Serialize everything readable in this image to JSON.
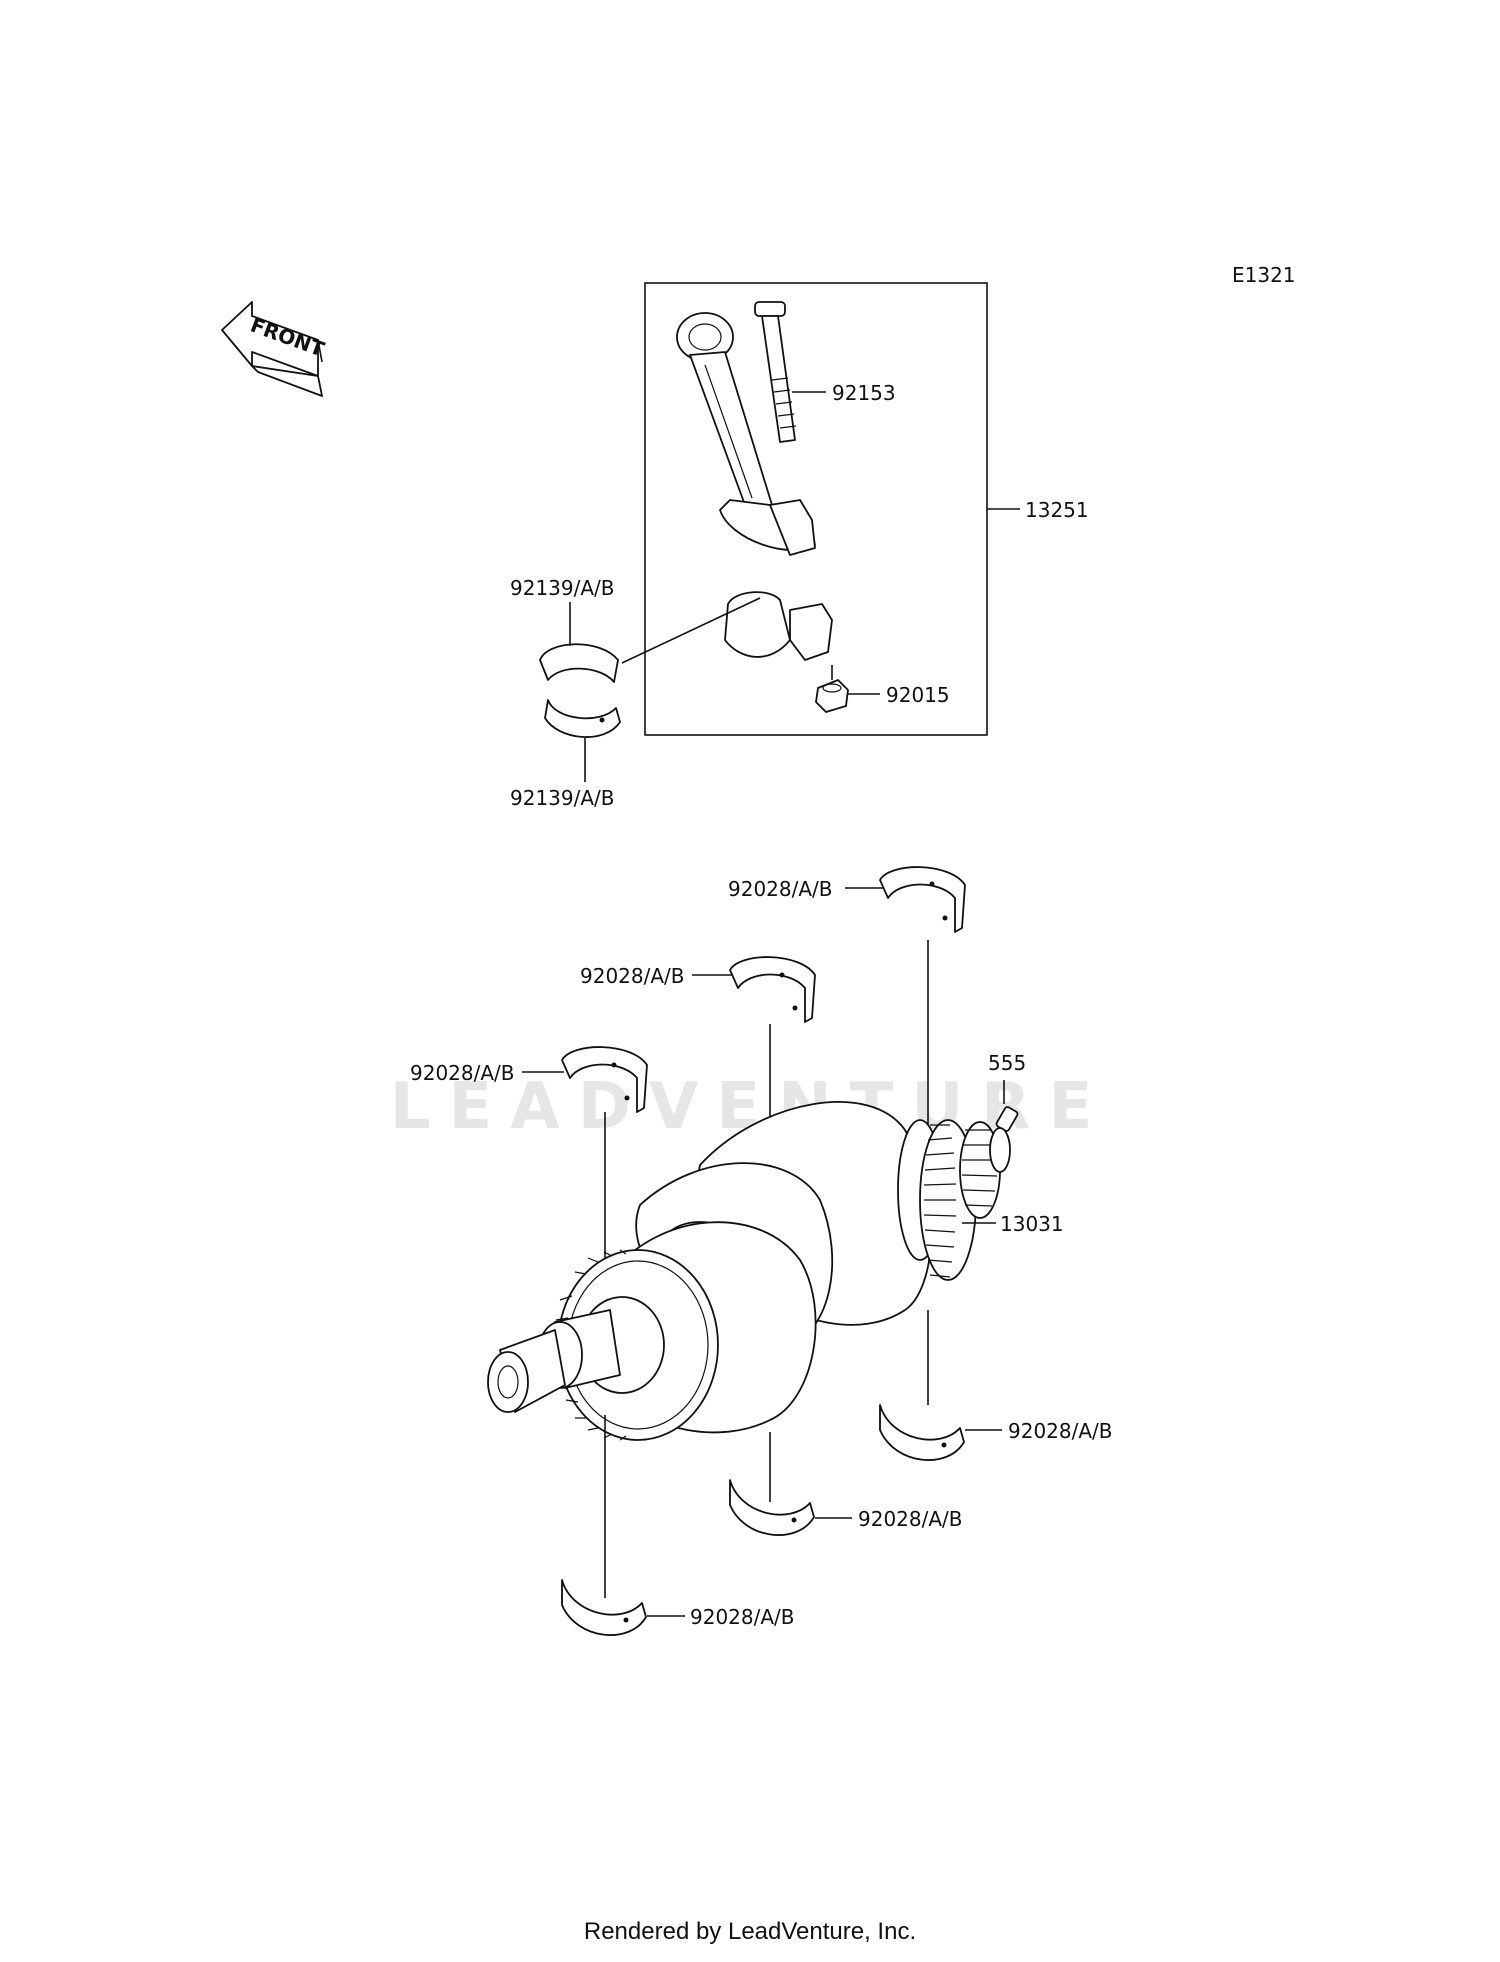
{
  "diagram_code": "E1321",
  "front_label": "FRONT",
  "watermark": "LEADVENTURE",
  "callouts": {
    "bolt": "92153",
    "connecting_rod_assy": "13251",
    "rod_bearing_upper": "92139/A/B",
    "rod_bearing_lower": "92139/A/B",
    "nut": "92015",
    "main_bearing_1": "92028/A/B",
    "main_bearing_2": "92028/A/B",
    "main_bearing_3": "92028/A/B",
    "pin": "555",
    "crankshaft": "13031",
    "main_bearing_4": "92028/A/B",
    "main_bearing_5": "92028/A/B",
    "main_bearing_6": "92028/A/B"
  },
  "footer_text": "Rendered by LeadVenture, Inc."
}
